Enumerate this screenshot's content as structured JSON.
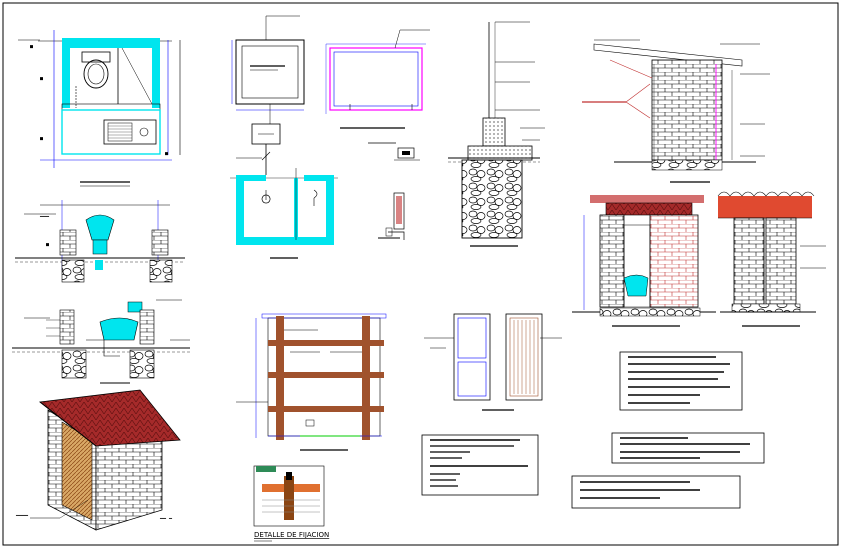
{
  "drawing": {
    "title": "DETALLE DE FIJACION",
    "colors": {
      "cyan": "#00e5ee",
      "blue": "#0000ff",
      "red": "#ff0000",
      "magenta": "#ff00ff",
      "brown": "#a0522d",
      "roof": "#b03020",
      "line": "#000000"
    },
    "views": [
      {
        "id": "toilet-plan",
        "kind": "floor-plan"
      },
      {
        "id": "toilet-section-a",
        "kind": "section"
      },
      {
        "id": "toilet-section-b",
        "kind": "section"
      },
      {
        "id": "isometric-hut",
        "kind": "isometric"
      },
      {
        "id": "tank-top",
        "kind": "plan"
      },
      {
        "id": "tank-frame",
        "kind": "plan"
      },
      {
        "id": "drain-plan",
        "kind": "plan"
      },
      {
        "id": "foundation-section",
        "kind": "section"
      },
      {
        "id": "wall-elevation",
        "kind": "elevation"
      },
      {
        "id": "front-elevation",
        "kind": "elevation"
      },
      {
        "id": "side-elevation",
        "kind": "elevation"
      },
      {
        "id": "wood-frame",
        "kind": "plan"
      },
      {
        "id": "door-panels",
        "kind": "elevation"
      },
      {
        "id": "fixing-detail",
        "kind": "detail"
      },
      {
        "id": "notes-1",
        "kind": "notes"
      },
      {
        "id": "notes-2",
        "kind": "notes"
      },
      {
        "id": "notes-3",
        "kind": "notes"
      },
      {
        "id": "notes-4",
        "kind": "notes"
      }
    ]
  }
}
